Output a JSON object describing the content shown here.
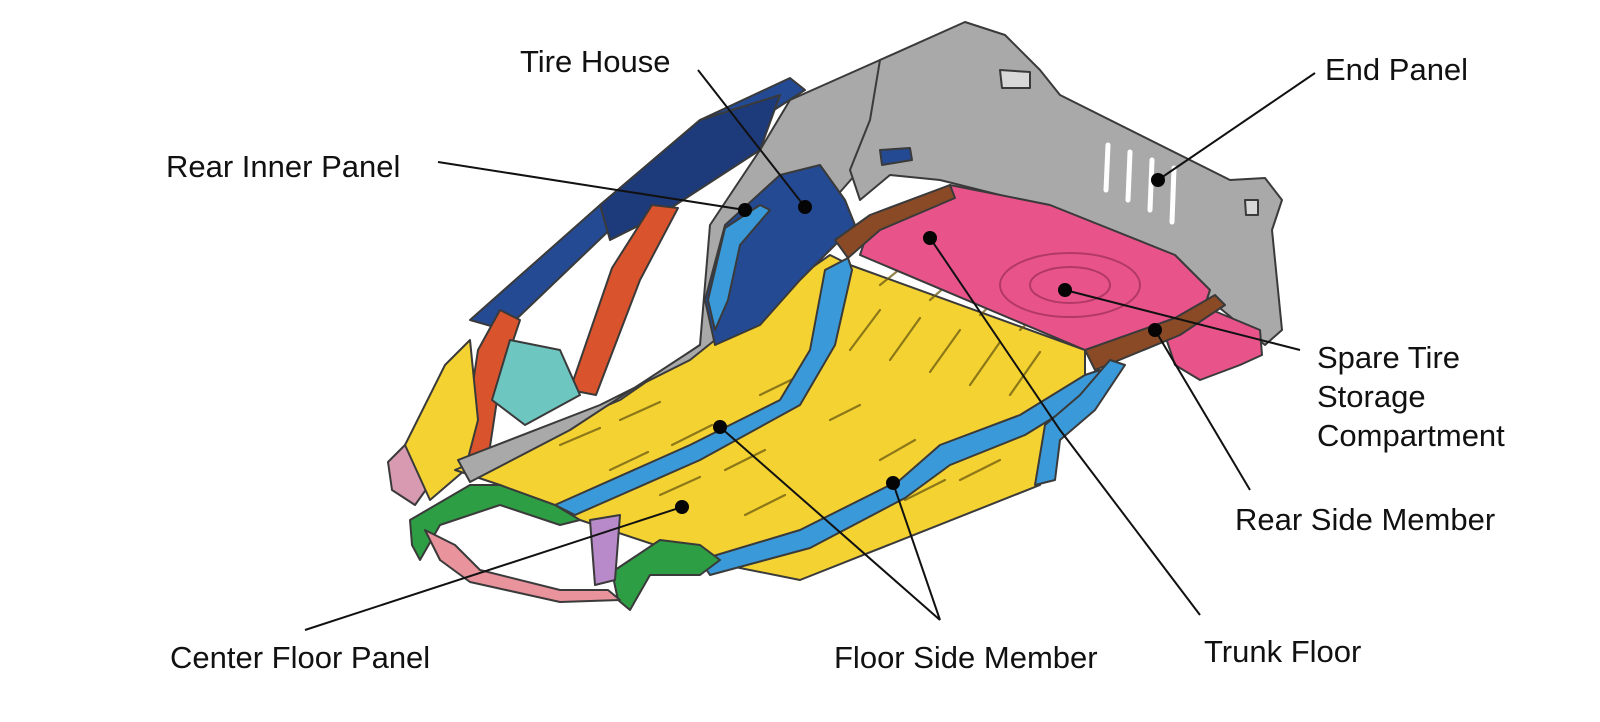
{
  "labels": {
    "tire_house": "Tire House",
    "end_panel": "End Panel",
    "rear_inner_panel": "Rear Inner Panel",
    "spare_tire": [
      "Spare Tire",
      "Storage",
      "Compartment"
    ],
    "rear_side_member": "Rear Side Member",
    "trunk_floor": "Trunk Floor",
    "floor_side_member": "Floor Side Member",
    "center_floor_panel": "Center Floor Panel"
  },
  "colors": {
    "floor": "#f4d231",
    "side_member": "#3a9ad9",
    "side_panel": "#a9a9a9",
    "tire_house": "#244a94",
    "trunk_floor": "#e8548a",
    "rear_rail": "#8a4a26",
    "pillar": "#d9532c",
    "front_rail": "#2e9e44",
    "crossmember": "#e9939d",
    "bracket": "#b98ac9",
    "dash": "#6ec6c1"
  }
}
